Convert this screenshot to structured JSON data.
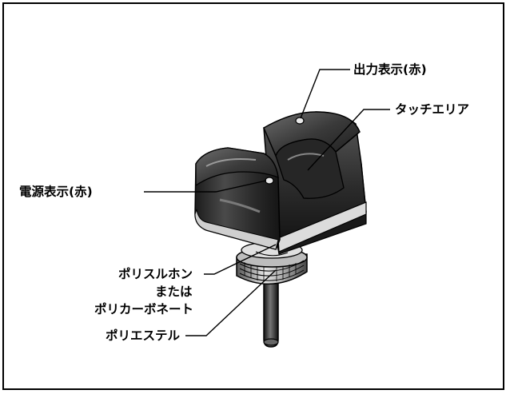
{
  "labels": {
    "output_indicator": "出力表示(赤)",
    "touch_area": "タッチエリア",
    "power_indicator": "電源表示(赤)",
    "material_line1": "ポリスルホン",
    "material_line2": "または",
    "material_line3": "ポリカーボネート",
    "polyester": "ポリエステル"
  },
  "colors": {
    "body_dark": "#2a2a2a",
    "highlight": "#d8d8d8",
    "frame": "#000000"
  }
}
